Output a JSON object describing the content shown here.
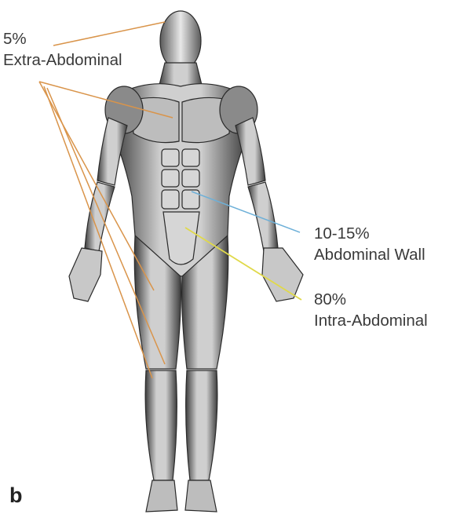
{
  "annotations": [
    {
      "id": "extra",
      "percent": "5%",
      "name": "Extra-Abdominal",
      "color": "#d9944a"
    },
    {
      "id": "wall",
      "percent": "10-15%",
      "name": "Abdominal Wall",
      "color": "#6db0d8"
    },
    {
      "id": "intra",
      "percent": "80%",
      "name": "Intra-Abdominal",
      "color": "#e0d94a"
    }
  ],
  "panel_letter": "b",
  "colors": {
    "muscle_light": "#e6e6e6",
    "muscle_mid": "#9a9a9a",
    "muscle_dark": "#3c3c3c"
  }
}
